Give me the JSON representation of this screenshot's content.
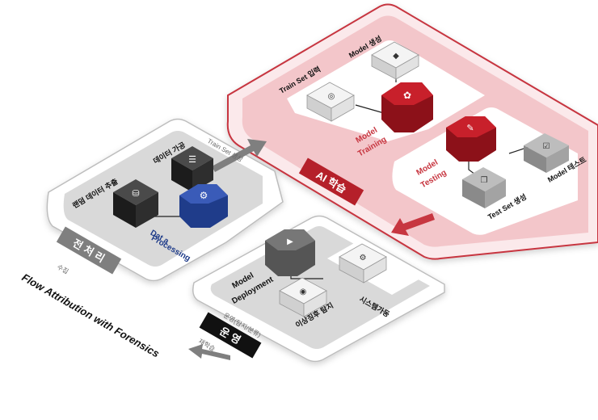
{
  "title": "Flow Attribution with Forensics",
  "preprocess": {
    "badge": "전 처 리",
    "tag": "수집",
    "flow_label": "Train Set 생성",
    "node_sampling": "랜덤 데이터 추출",
    "node_processing_label": "데이터 가공",
    "node_data_processing_line1": "Dat a",
    "node_data_processing_line2": "Processing"
  },
  "ai": {
    "badge": "AI 학습",
    "node_train_set": "Train Set 입력",
    "node_model_gen": "Model 생성",
    "node_training_line1": "Model",
    "node_training_line2": "Training",
    "node_testing_line1": "Model",
    "node_testing_line2": "Testing",
    "node_test_set": "Test Set 생성",
    "node_model_test": "Model 테스트"
  },
  "operation": {
    "badge": "운 영",
    "tag_top": "운영(탐지/분류)",
    "tag_bottom": "재학습",
    "node_deploy_line1": "Model",
    "node_deploy_line2": "Deployment",
    "node_anomaly": "이상징후 탐지",
    "node_system": "시스템가동"
  },
  "colors": {
    "red_dark": "#8c1119",
    "red_mid": "#b5202a",
    "pink": "#f2c3c7",
    "blue": "#1f3c8a",
    "gray_panel": "#d9d9d9",
    "dark_node": "#2b2b2b"
  }
}
